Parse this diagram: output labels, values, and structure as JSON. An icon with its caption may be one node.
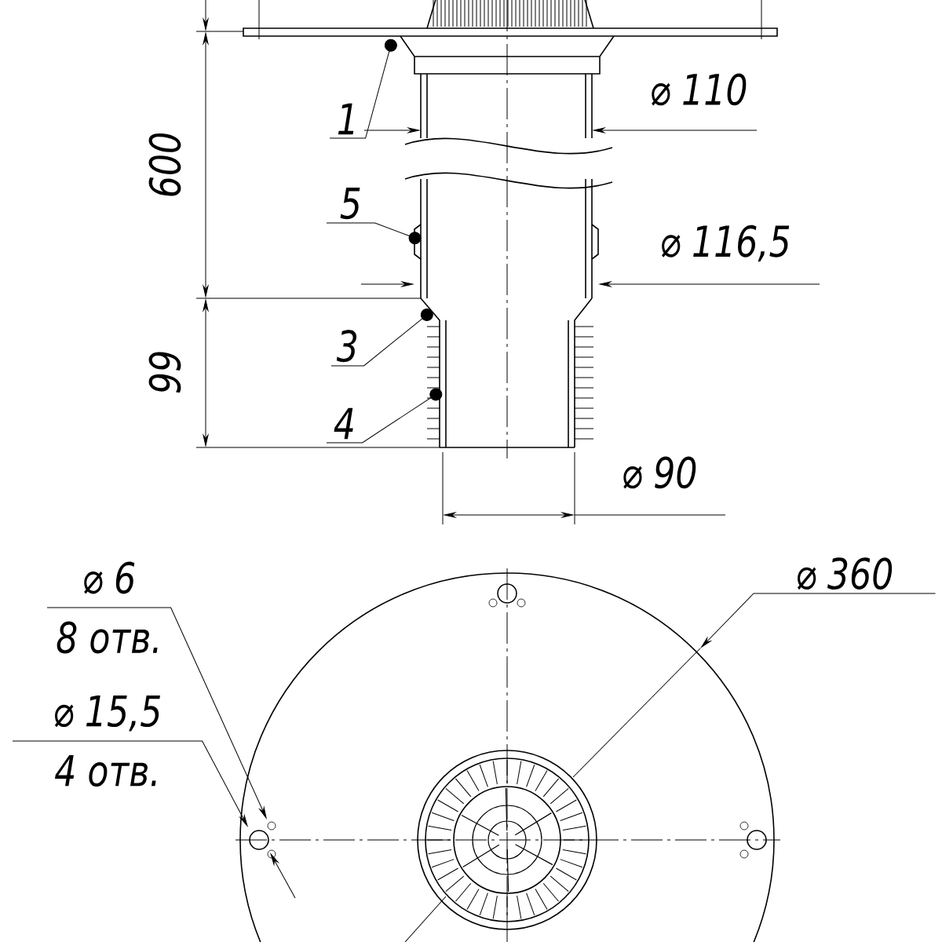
{
  "diagram": {
    "nodes": [
      {
        "text": [
          "1"
        ]
      },
      {
        "text": [
          "5"
        ]
      },
      {
        "text": [
          "3"
        ]
      },
      {
        "text": [
          "4"
        ]
      },
      {
        "text": [
          "⌀ 6",
          "8 отв."
        ]
      },
      {
        "text": [
          "⌀ 360"
        ]
      },
      {
        "text": [
          "⌀ 15,5",
          "4 отв."
        ]
      }
    ],
    "edges": [
      {
        "from": 0,
        "to": null,
        "arrow": "other"
      },
      {
        "from": 1,
        "to": null,
        "arrow": "other"
      },
      {
        "from": 2,
        "to": null,
        "arrow": "other"
      },
      {
        "from": 3,
        "to": null,
        "arrow": "other"
      },
      {
        "from": 4,
        "to": null,
        "arrow": "to"
      },
      {
        "from": 5,
        "to": null,
        "arrow": "to"
      },
      {
        "from": 6,
        "to": null,
        "arrow": "to"
      }
    ],
    "labels": [
      "600",
      "⌀ 110",
      "⌀ 116,5",
      "99",
      "⌀ 90"
    ]
  }
}
